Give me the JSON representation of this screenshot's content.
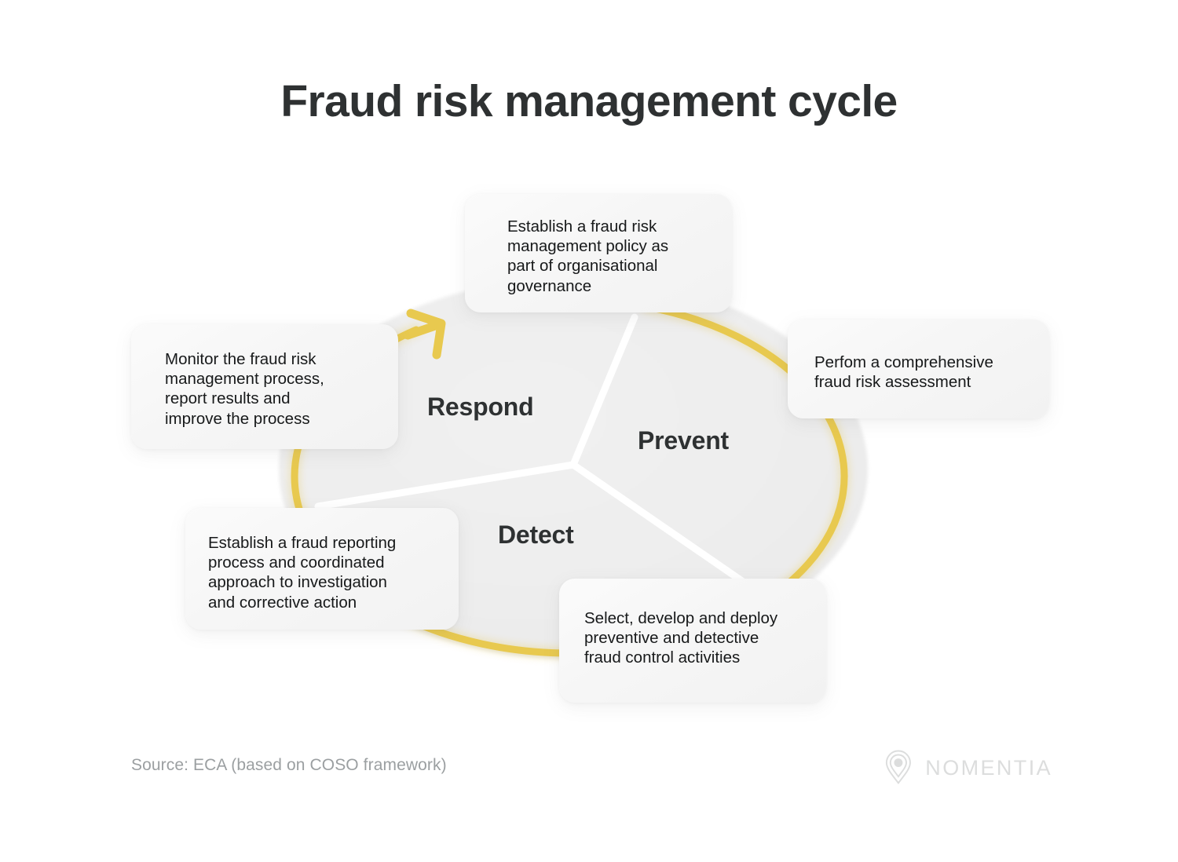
{
  "page": {
    "title": "Fraud risk management cycle",
    "source_note": "Source: ECA (based on COSO framework)",
    "brand": {
      "wordmark": "NOMENTIA",
      "logo_icon": "location-pin-rings-icon"
    },
    "colors": {
      "background": "#ffffff",
      "title_text": "#2e3132",
      "body_text": "#17191a",
      "wheel_fill": "#ededed",
      "divider": "#ffffff",
      "accent_arc": "#e8c94f",
      "source_text": "#9b9fa1",
      "logo": "#dcdddd"
    }
  },
  "chart_data": {
    "type": "pie",
    "title": "Fraud risk management cycle",
    "direction": "clockwise",
    "center": [
      730,
      594
    ],
    "rx": 375,
    "ry": 243,
    "categories": [
      "Prevent",
      "Detect",
      "Respond"
    ],
    "values": [
      33.33,
      33.33,
      33.33
    ],
    "segments": [
      {
        "label": "Prevent",
        "start_angle_deg": 22,
        "end_angle_deg": 145,
        "callouts": [
          "Establish a fraud risk management policy as part of organisational governance",
          "Perfom a comprehensive fraud risk assessment"
        ]
      },
      {
        "label": "Detect",
        "start_angle_deg": 145,
        "end_angle_deg": 261,
        "callouts": [
          "Select, develop and deploy preventive and detective fraud control activities"
        ]
      },
      {
        "label": "Respond",
        "start_angle_deg": 261,
        "end_angle_deg": 382,
        "callouts": [
          "Establish a fraud reporting process and coordinated approach to investigation and corrective action",
          "Monitor the fraud risk management process, report results and improve the process"
        ]
      }
    ],
    "legend": "none",
    "grid": false
  },
  "wheel": {
    "labels": {
      "prevent": "Prevent",
      "detect": "Detect",
      "respond": "Respond"
    },
    "arrow": {
      "name": "cycle-direction-arrow",
      "color": "#e8c94f",
      "points": "clockwise"
    }
  },
  "callouts": {
    "prevent_top": {
      "lines": [
        "Establish a fraud risk",
        "management policy as",
        "part of organisational",
        "governance"
      ]
    },
    "prevent_right": {
      "lines": [
        "Perfom a comprehensive",
        "fraud risk assessment"
      ]
    },
    "detect_bottom": {
      "lines": [
        "Select, develop and deploy",
        "preventive and detective",
        "fraud control activities"
      ]
    },
    "respond_bottom": {
      "lines": [
        "Establish a fraud reporting",
        "process and coordinated",
        "approach to investigation",
        "and corrective action"
      ]
    },
    "respond_left": {
      "lines": [
        "Monitor the fraud risk",
        "management process,",
        "report results and",
        "improve the process"
      ]
    }
  }
}
